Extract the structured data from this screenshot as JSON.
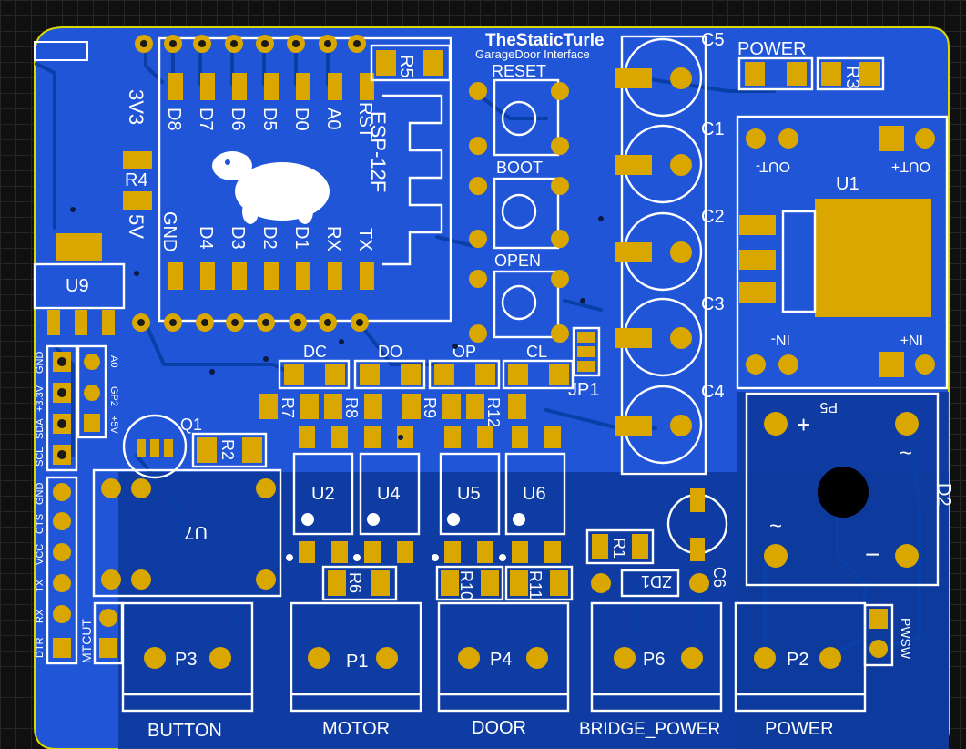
{
  "board": {
    "title": "TheStaticTurle",
    "subtitle": "GarageDoor Interface",
    "colors": {
      "background": "#101010",
      "copper_top": "#1f55d6",
      "copper_pour_dark": "#0d3a9c",
      "pad": "#d9a700",
      "silk": "#ffffff",
      "grid": "#262626"
    }
  },
  "esp": {
    "label": "ESP-12F",
    "top_pins": [
      "D8",
      "D7",
      "D6",
      "D5",
      "D0",
      "A0",
      "RST"
    ],
    "bottom_pins": [
      "GND",
      "D4",
      "D3",
      "D2",
      "D1",
      "RX",
      "TX"
    ],
    "left_top": "3V3",
    "left_bottom": "5V"
  },
  "buttons": [
    {
      "label": "RESET"
    },
    {
      "label": "BOOT"
    },
    {
      "label": "OPEN"
    }
  ],
  "caps": [
    "C5",
    "C1",
    "C2",
    "C3",
    "C4"
  ],
  "power_led_label": "POWER",
  "refs": {
    "r1": "R1",
    "r2": "R2",
    "r3": "R3",
    "r4": "R4",
    "r5": "R5",
    "r6": "R6",
    "r7": "R7",
    "r8": "R8",
    "r9": "R9",
    "r10": "R10",
    "r11": "R11",
    "r12": "R12",
    "u1": "U1",
    "u2": "U2",
    "u4": "U4",
    "u5": "U5",
    "u6": "U6",
    "u7": "U7",
    "u9": "U9",
    "q1": "Q1",
    "c6": "C6",
    "zd1": "ZD1",
    "d2": "D2",
    "p5": "P5",
    "jp1": "JP1",
    "dc": "DC",
    "do": "DO",
    "op": "OP",
    "cl": "CL"
  },
  "u1_labels": {
    "out_minus": "OUT-",
    "out_plus": "OUT+",
    "in_minus": "IN-",
    "in_plus": "IN+"
  },
  "header_i2c": {
    "pins": [
      "GND",
      "+3.3V",
      "SDA",
      "SCL"
    ],
    "extra": [
      "A0",
      "GP2",
      "+5V"
    ]
  },
  "header_serial": {
    "pins": [
      "GND",
      "CTS",
      "VCC",
      "TX",
      "RX",
      "DTR"
    ]
  },
  "mtcut": "MTCUT",
  "pwsw": "PWSW",
  "connectors": [
    {
      "ref": "P3",
      "label": "BUTTON"
    },
    {
      "ref": "P1",
      "label": "MOTOR"
    },
    {
      "ref": "P4",
      "label": "DOOR"
    },
    {
      "ref": "P6",
      "label": "BRIDGE_POWER"
    },
    {
      "ref": "P2",
      "label": "POWER"
    }
  ]
}
